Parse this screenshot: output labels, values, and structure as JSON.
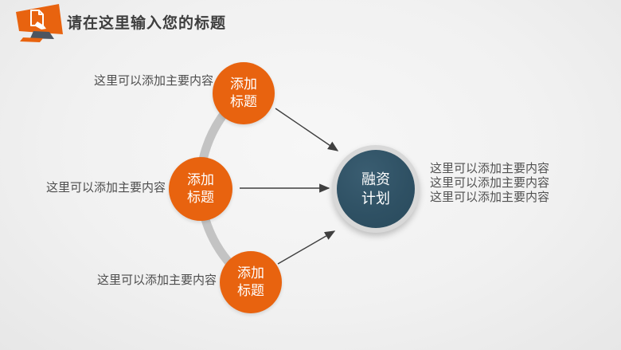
{
  "header": {
    "title": "请在这里输入您的标题",
    "icon": "monitor-pen-icon"
  },
  "diagram": {
    "nodes": [
      {
        "label_line1": "添加",
        "label_line2": "标题",
        "note": "这里可以添加主要内容"
      },
      {
        "label_line1": "添加",
        "label_line2": "标题",
        "note": "这里可以添加主要内容"
      },
      {
        "label_line1": "添加",
        "label_line2": "标题",
        "note": "这里可以添加主要内容"
      }
    ],
    "center": {
      "label_line1": "融资",
      "label_line2": "计划",
      "notes": [
        "这里可以添加主要内容",
        "这里可以添加主要内容",
        "这里可以添加主要内容"
      ]
    }
  },
  "colors": {
    "accent_orange": "#e8630f",
    "center_dark": "#2e5063",
    "ring_gray": "#d8d8d8",
    "arc_gray": "#c3c3c3",
    "arrow_gray": "#3f3f3f",
    "title_text": "#3e3e3e",
    "note_text": "#4d4d4d",
    "background": "#efefef"
  }
}
